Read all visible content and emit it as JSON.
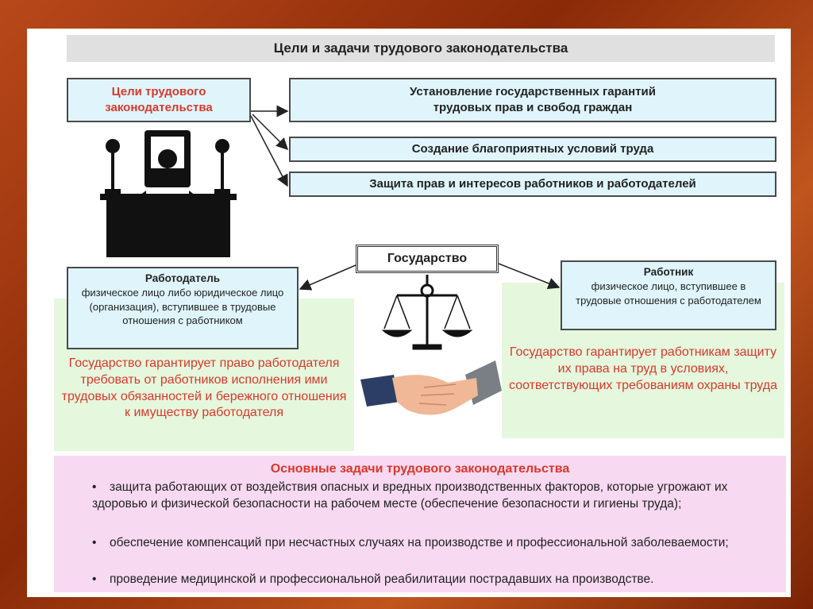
{
  "title": "Цели и задачи трудового законодательства",
  "goals": {
    "label": "Цели трудового законодательства",
    "items": [
      "Установление государственных гарантий трудовых прав и свобод граждан",
      "Создание благоприятных условий труда",
      "Защита прав и интересов работников и работодателей"
    ]
  },
  "state": {
    "label": "Государство"
  },
  "employer": {
    "title": "Работодатель",
    "description": "физическое лицо либо юридическое лицо (организация), вступившее в трудовые отношения с работником",
    "guarantee": "Государство гарантирует право работодателя требовать от работников исполнения ими трудовых обязанностей и бережного отношения к имуществу работодателя"
  },
  "employee": {
    "title": "Работник",
    "description": "физическое лицо, вступившее в трудовые отношения с работодателем",
    "guarantee": "Государство гарантирует работникам защиту их права на труд в условиях, соответствующих требованиям охраны труда"
  },
  "tasks": {
    "title": "Основные задачи трудового законодательства",
    "bullet": "•",
    "items": [
      "защита работающих от воздействия опасных и вредных производственных факторов, которые угрожают их здоровью и физической безопасности на рабочем месте (обеспечение безопасности и гигиены труда);",
      "обеспечение компенсаций при несчастных случаях на производстве и профессиональной заболеваемости;",
      "проведение медицинской и профессиональной реабилитации пострадавших на производстве."
    ]
  },
  "colors": {
    "accent_red": "#d9382a",
    "box_fill": "#dff5fb",
    "green_fill": "#e5f7dd",
    "pink_fill": "#f7d9f2"
  }
}
